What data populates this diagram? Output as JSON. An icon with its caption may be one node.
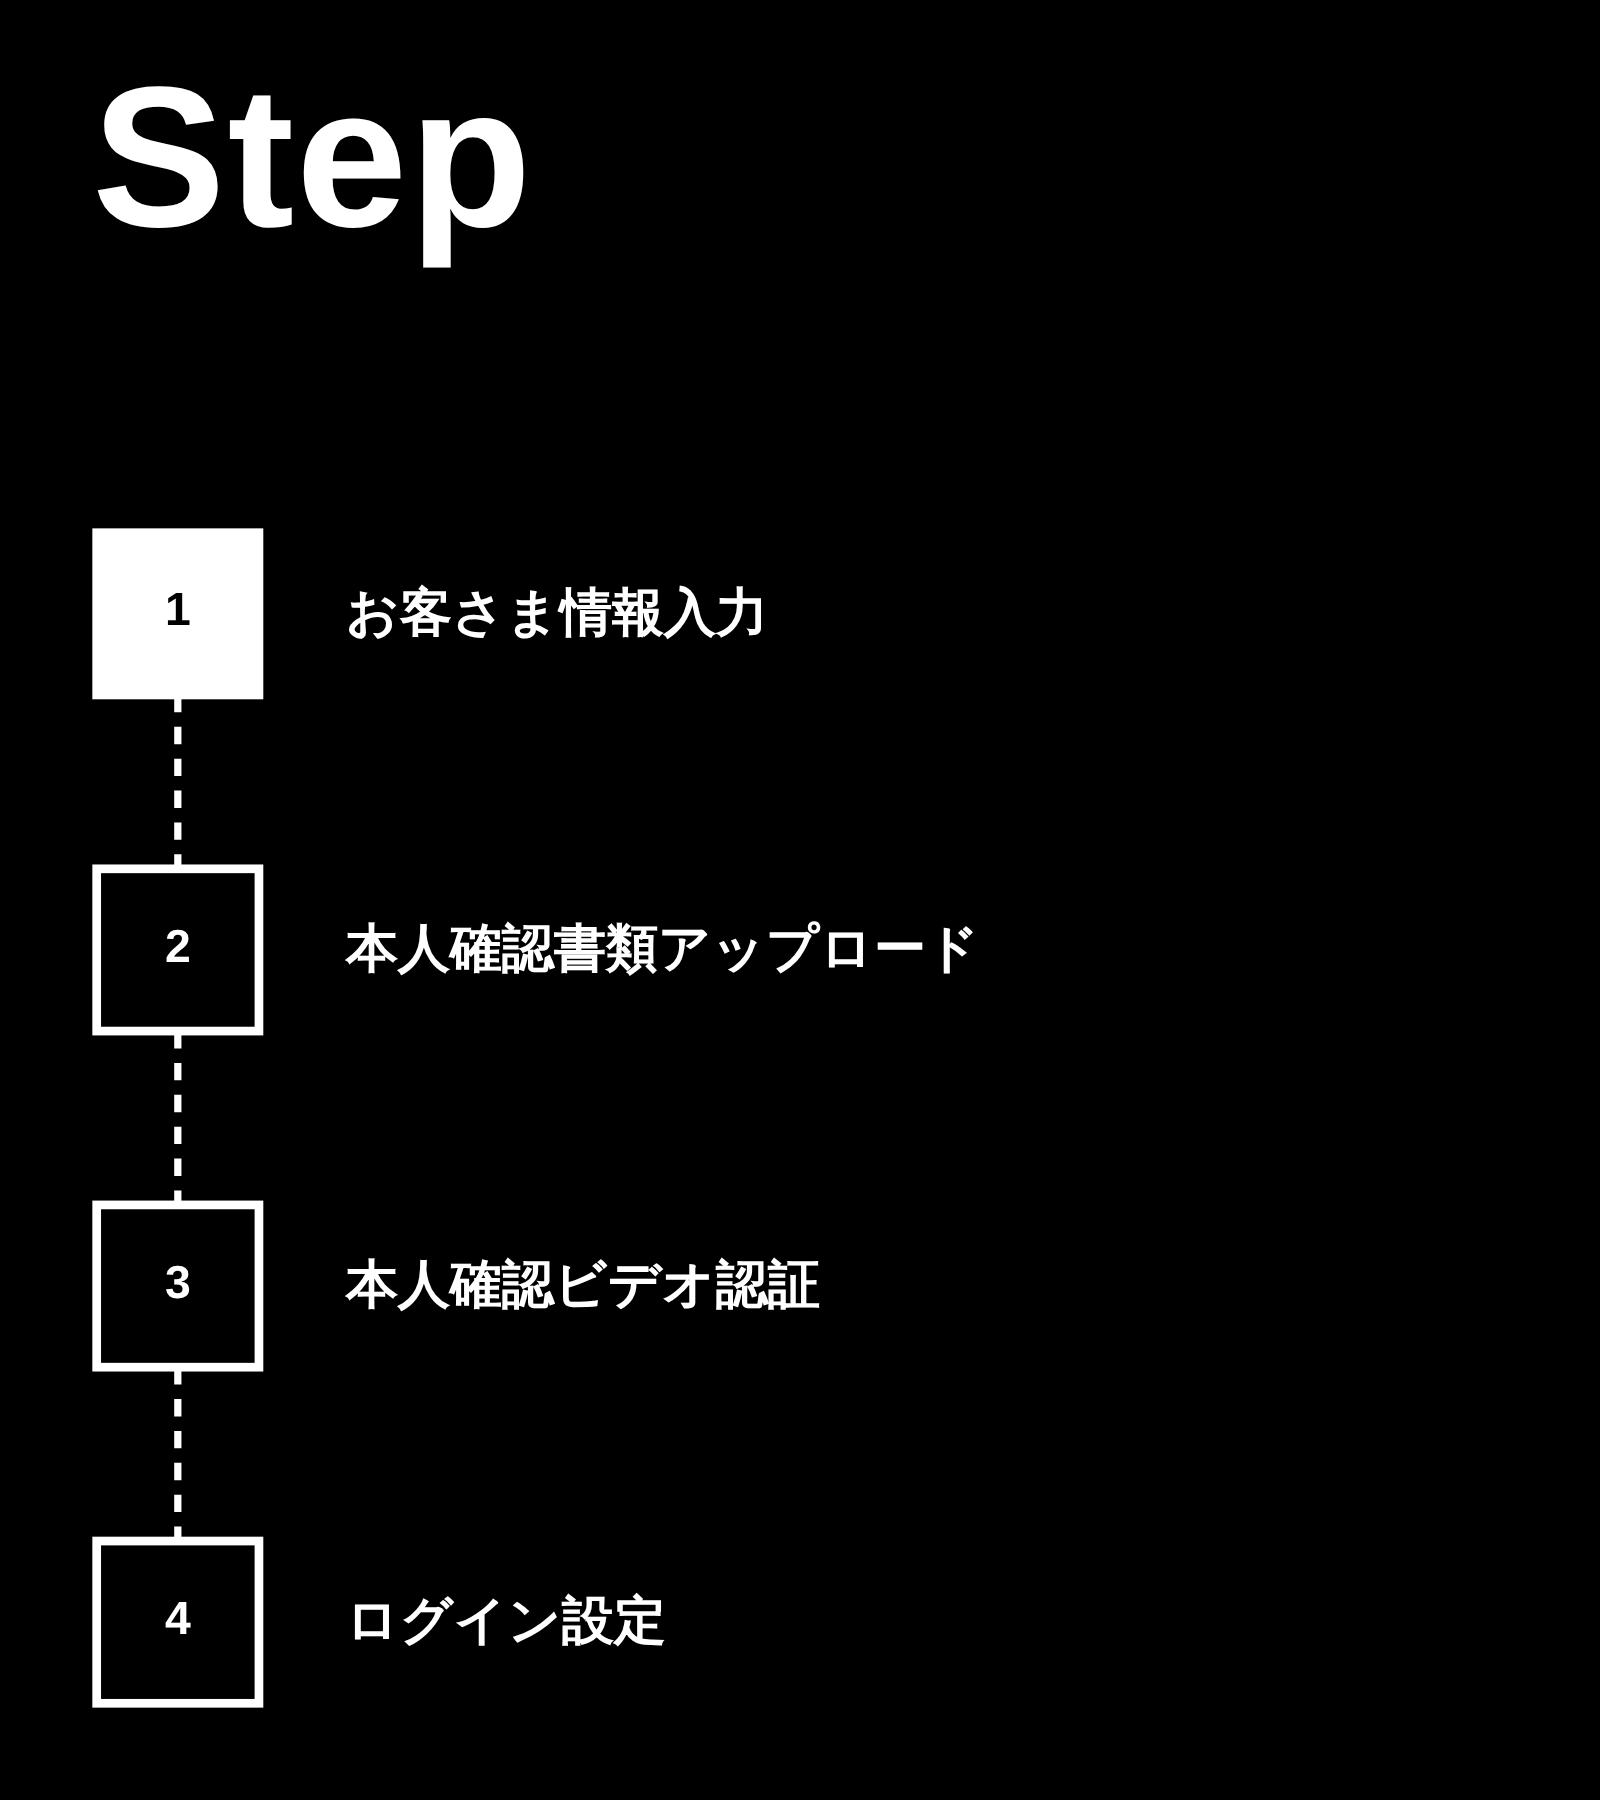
{
  "diagram": {
    "title": "Step",
    "nodes": [
      {
        "text": [
          "1"
        ],
        "beside": [
          "お客さま情報入力"
        ]
      },
      {
        "text": [
          "2"
        ],
        "beside": [
          "本人確認書類アップロード"
        ]
      },
      {
        "text": [
          "3"
        ],
        "beside": [
          "本人確認ビデオ認証"
        ]
      },
      {
        "text": [
          "4"
        ],
        "beside": [
          "ログイン設定"
        ]
      }
    ],
    "edges": [
      {
        "from": 0,
        "to": 1,
        "arrow": "none",
        "style": "dashed"
      },
      {
        "from": 1,
        "to": 2,
        "arrow": "none",
        "style": "dashed"
      },
      {
        "from": 2,
        "to": 3,
        "arrow": "none",
        "style": "dashed"
      }
    ]
  }
}
